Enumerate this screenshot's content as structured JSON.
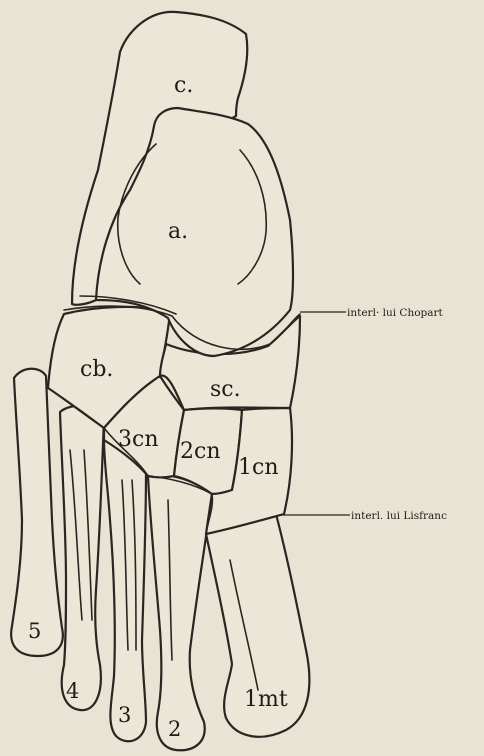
{
  "labels": {
    "calcaneus": "c.",
    "talus": "a.",
    "cuboid": "cb.",
    "navicular": "sc.",
    "cuneiform3": "3cn",
    "cuneiform2": "2cn",
    "cuneiform1": "1cn",
    "metatarsal1": "1mt",
    "metatarsal2": "2",
    "metatarsal3": "3",
    "metatarsal4": "4",
    "metatarsal5": "5"
  },
  "callouts": {
    "chopart": "interl· lui Chopart",
    "lisfranc": "interl. lui Lisfranc"
  }
}
